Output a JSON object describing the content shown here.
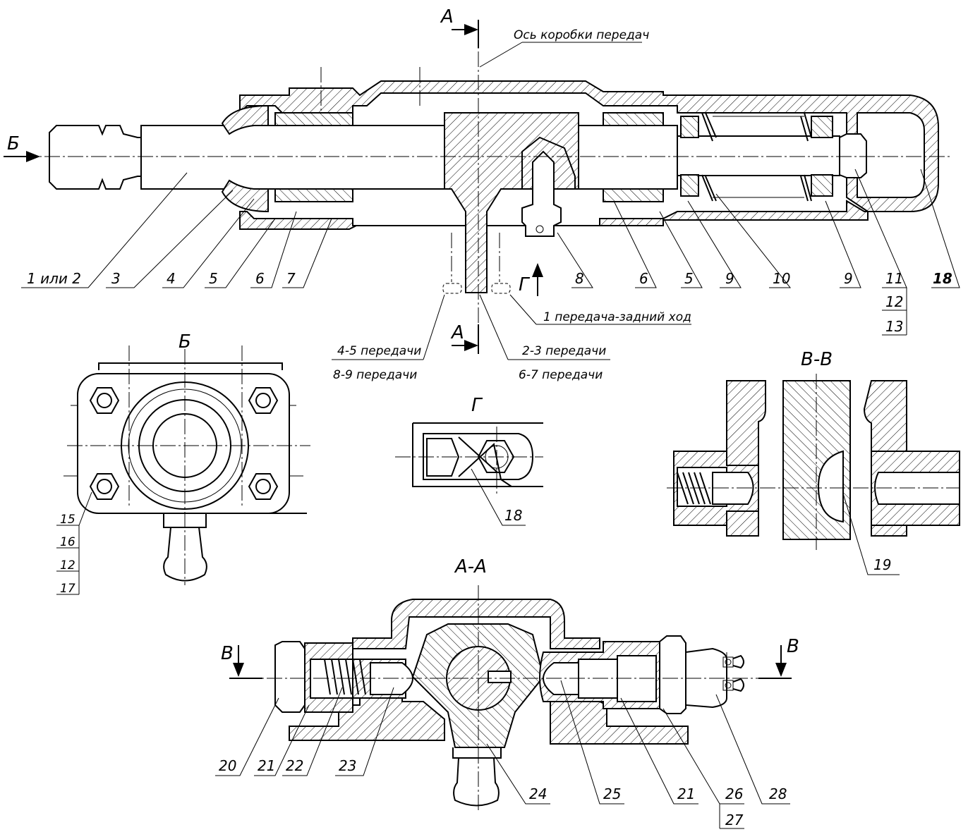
{
  "sections": {
    "cut_a_top": "А",
    "cut_a_bottom": "А",
    "view_b_arrow": "Б",
    "view_b_title": "Б",
    "view_g_title": "Г",
    "view_g_arrow": "Г",
    "section_vv_title": "В-В",
    "section_aa_title": "А-А",
    "cut_v_left": "В",
    "cut_v_right": "В"
  },
  "notes": {
    "gearbox_axis": "Ось коробки передач",
    "gear_1_reverse": "1 передача-задний ход",
    "gear_23": "2-3 передачи",
    "gear_67": "6-7 передачи",
    "gear_45": "4-5 передачи",
    "gear_89": "8-9 передачи"
  },
  "parts_main": [
    "1 или 2",
    "3",
    "4",
    "5",
    "6",
    "7",
    "8",
    "6",
    "5",
    "9",
    "10",
    "9",
    "11",
    "12",
    "13",
    "18"
  ],
  "parts_view_b": [
    "15",
    "16",
    "12",
    "17"
  ],
  "parts_view_g": [
    "18"
  ],
  "parts_vv": [
    "19"
  ],
  "parts_aa": [
    "20",
    "21",
    "22",
    "23",
    "24",
    "25",
    "21",
    "26",
    "27",
    "28"
  ]
}
